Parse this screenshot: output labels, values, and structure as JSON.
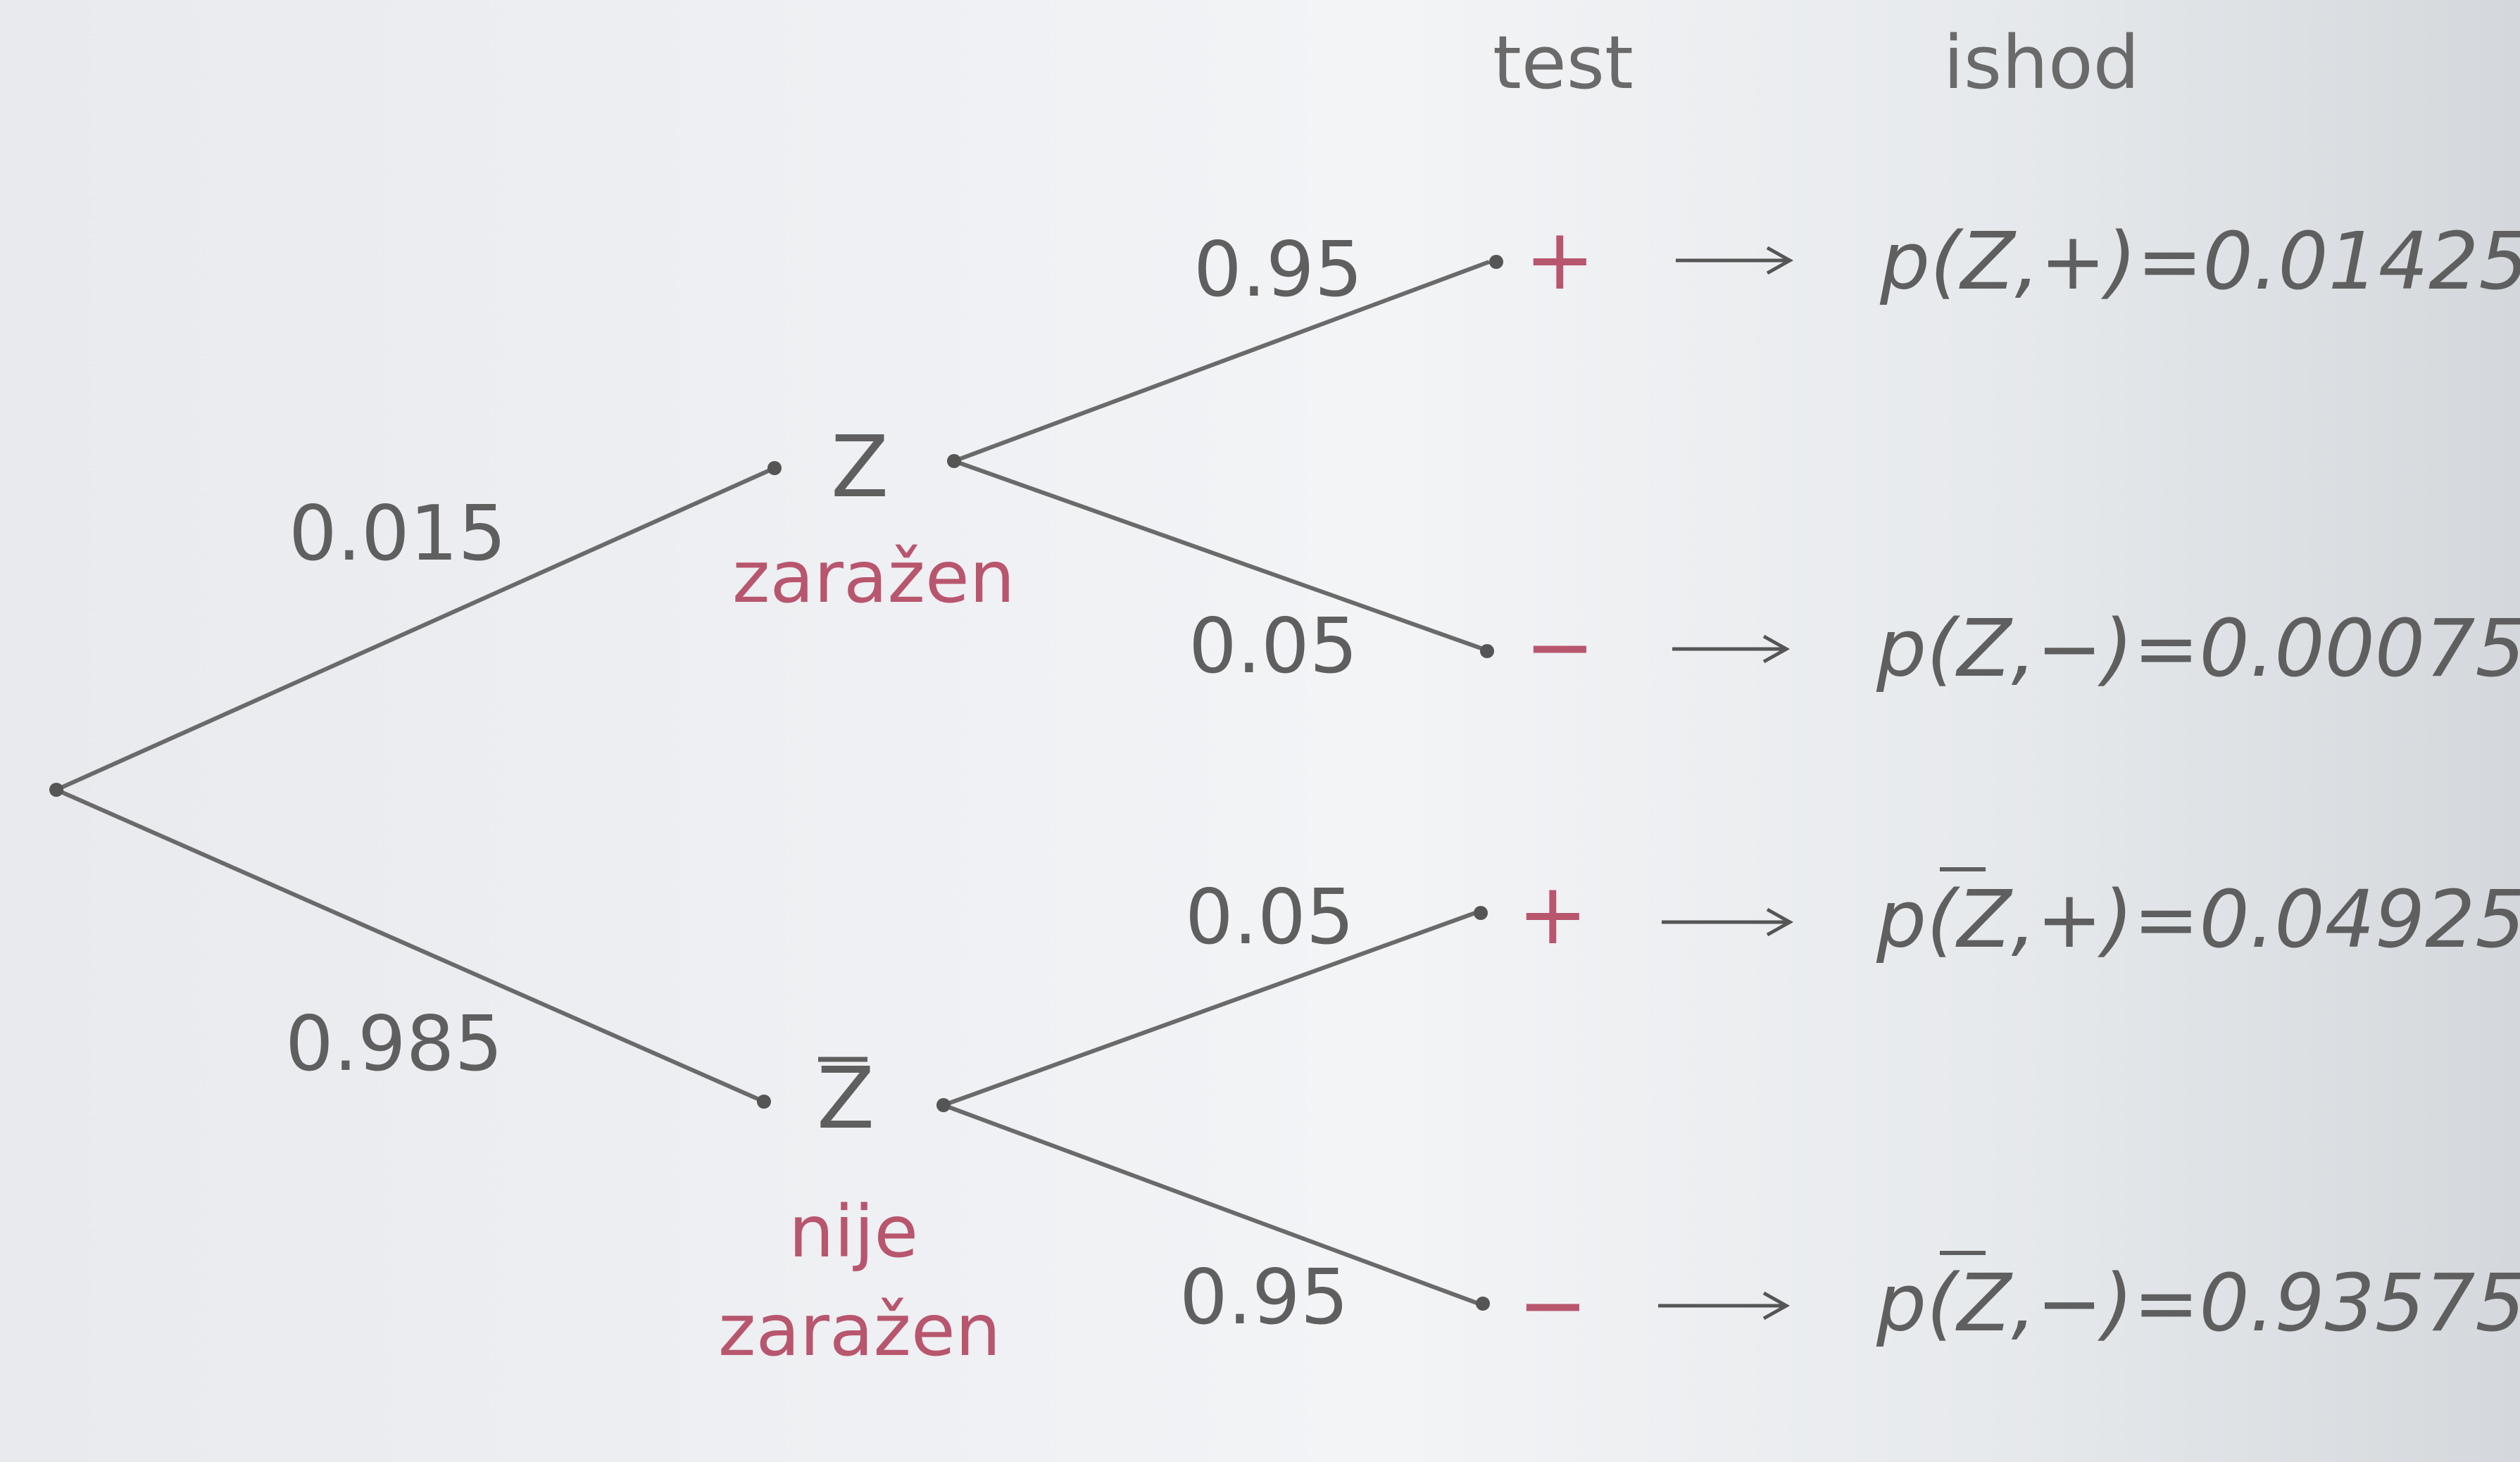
{
  "headers": {
    "test": "test",
    "outcome": "ishod"
  },
  "branches": {
    "p_infected": "0.015",
    "p_not_infected": "0.985",
    "infected_pos": "0.95",
    "infected_neg": "0.05",
    "healthy_pos": "0.05",
    "healthy_neg": "0.95"
  },
  "nodes": {
    "infected_letter": "Z",
    "infected_label": "zaražen",
    "not_infected_letter": "Z",
    "not_infected_label_line1": "nije",
    "not_infected_label_line2": "zaražen"
  },
  "signs": {
    "plus": "+",
    "minus": "−"
  },
  "results": {
    "z_plus": "p(Z,+)=0.01425",
    "z_minus": "p(Z,−)=0.00075",
    "nz_plus": "p(Z,+)=0.04925",
    "nz_minus": "p(Z,−)=0.93575"
  },
  "colors": {
    "accent": "#b8566e",
    "line": "#6a6a6a"
  }
}
